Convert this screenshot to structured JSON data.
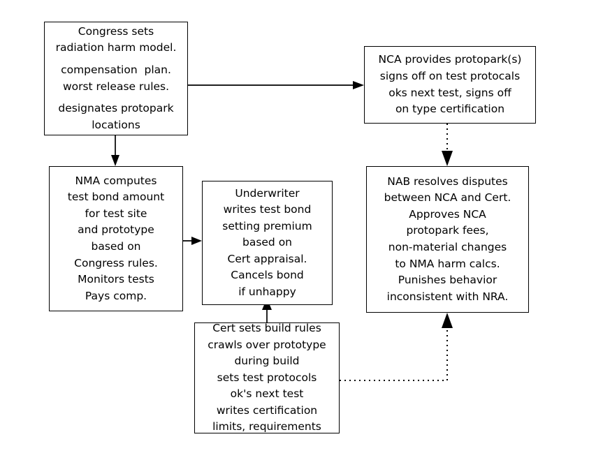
{
  "diagram": {
    "title": "Nuclear regulatory roles flowchart",
    "background_color": "#ffffff",
    "stroke_color": "#000000",
    "nodes": [
      {
        "id": "congress",
        "name": "congress-box",
        "lines": [
          "Congress sets",
          "radiation harm model.",
          "",
          "compensation  plan.",
          "worst release rules.",
          "",
          "designates protopark",
          "locations"
        ]
      },
      {
        "id": "nca",
        "name": "nca-box",
        "lines": [
          "NCA provides protopark(s)",
          "signs off on test protocals",
          "oks next test, signs off",
          "on type certification"
        ]
      },
      {
        "id": "nma",
        "name": "nma-box",
        "lines": [
          "NMA computes",
          "test bond amount",
          "for test site",
          "and prototype",
          "based on",
          "Congress rules.",
          "Monitors tests",
          "Pays comp."
        ]
      },
      {
        "id": "underwriter",
        "name": "underwriter-box",
        "lines": [
          "Underwriter",
          "writes test bond",
          "setting premium",
          "based on",
          "Cert appraisal.",
          "Cancels bond",
          "if unhappy"
        ]
      },
      {
        "id": "nab",
        "name": "nab-box",
        "lines": [
          "NAB resolves disputes",
          "between NCA and Cert.",
          "Approves NCA",
          "protopark fees,",
          "non-material changes",
          "to NMA harm calcs.",
          "Punishes behavior",
          "inconsistent with NRA."
        ]
      },
      {
        "id": "cert",
        "name": "cert-box",
        "lines": [
          "Cert sets build rules",
          "crawls over prototype",
          "during build",
          "sets test protocols",
          "ok's next test",
          "writes certification",
          "limits, requirements"
        ]
      }
    ],
    "edges": [
      {
        "id": "congress-to-nca",
        "from": "congress",
        "to": "nca",
        "style": "solid",
        "arrow": "end"
      },
      {
        "id": "congress-to-nma",
        "from": "congress",
        "to": "nma",
        "style": "solid",
        "arrow": "end"
      },
      {
        "id": "nca-to-nab",
        "from": "nca",
        "to": "nab",
        "style": "dotted",
        "arrow": "end"
      },
      {
        "id": "nma-to-underwriter",
        "from": "nma",
        "to": "underwriter",
        "style": "solid",
        "arrow": "end"
      },
      {
        "id": "cert-to-underwriter",
        "from": "cert",
        "to": "underwriter",
        "style": "solid",
        "arrow": "end"
      },
      {
        "id": "cert-to-nab",
        "from": "cert",
        "to": "nab",
        "style": "dotted",
        "arrow": "end"
      }
    ]
  }
}
